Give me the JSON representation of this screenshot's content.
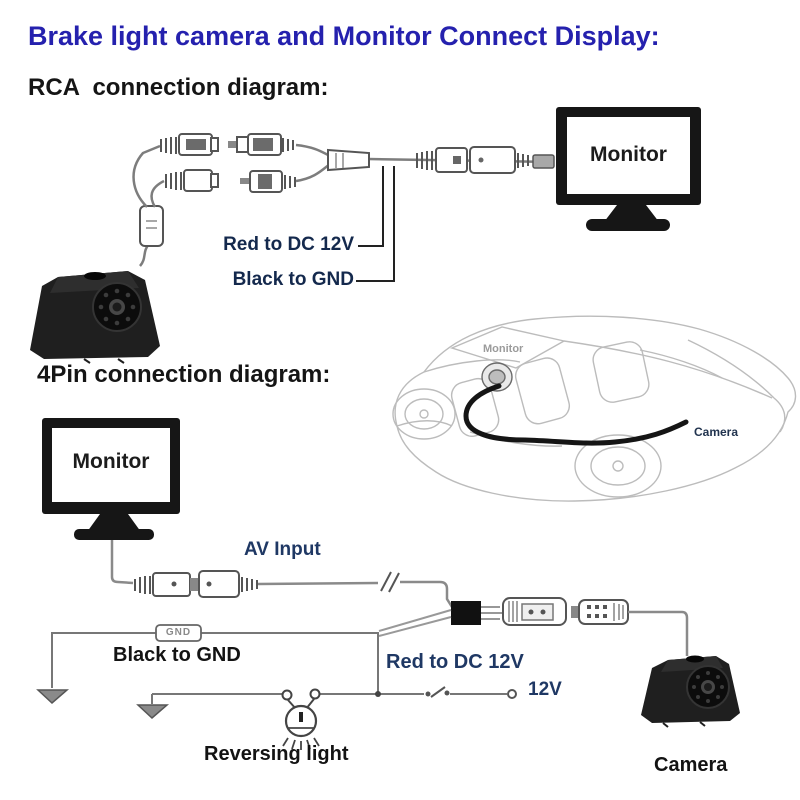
{
  "page": {
    "title": "Brake light camera and Monitor Connect Display:"
  },
  "rca": {
    "heading": "RCA  connection diagram:",
    "monitor_label": "Monitor",
    "red_label": "Red to DC 12V",
    "black_label": "Black to GND"
  },
  "car": {
    "monitor_label": "Monitor",
    "camera_label": "Camera"
  },
  "pin4": {
    "heading": "4Pin connection diagram:",
    "monitor_label": "Monitor",
    "av_input": "AV Input",
    "gnd_tag": "GND",
    "black_to_gnd": "Black to GND",
    "red_to_dc": "Red to DC 12V",
    "v12": "12V",
    "reversing_light": "Reversing light",
    "camera": "Camera"
  },
  "colors": {
    "title_blue": "#2521ae",
    "navy": "#1f3864",
    "near_black": "#131313",
    "wire_gray": "#8a8a8a",
    "sketch_gray": "#bcbcbc"
  }
}
